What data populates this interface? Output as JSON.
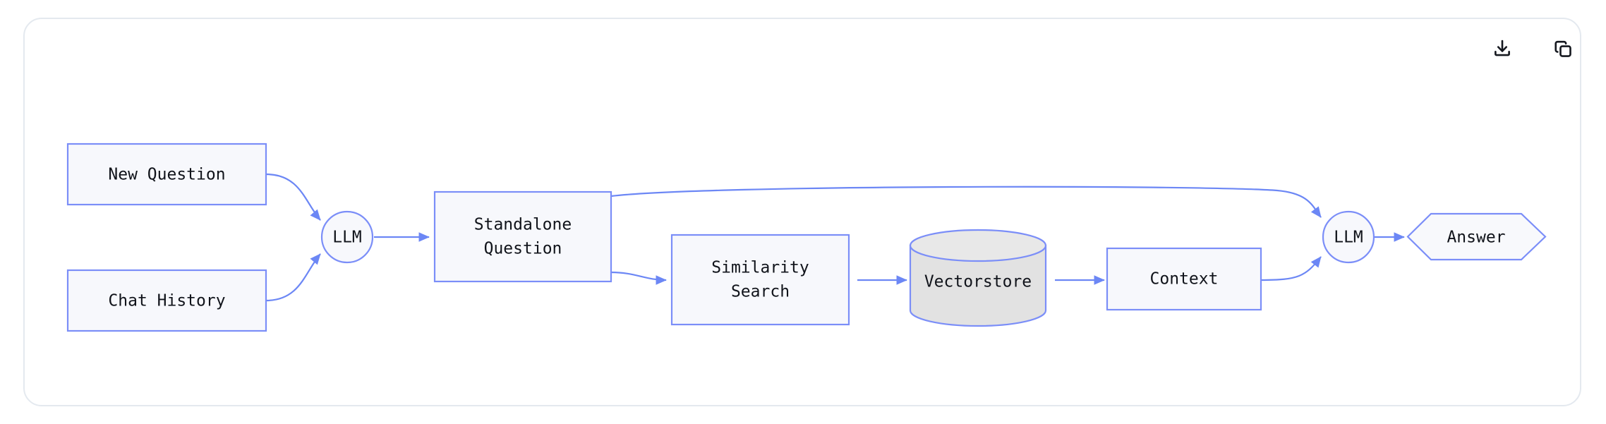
{
  "card": {
    "name": "conversational-retrieval-flow-diagram",
    "border_color": "#e4e9ef",
    "background": "#ffffff"
  },
  "toolbar": {
    "download_label": "download-icon",
    "copy_label": "copy-icon"
  },
  "theme": {
    "node_fill": "#f7f8fc",
    "node_stroke": "#7b8ef8",
    "edge_color": "#6c87f5",
    "text_color": "#10131a",
    "cylinder_fill": "#e2e2e2"
  },
  "nodes": [
    {
      "id": "new_question",
      "label": "New Question",
      "shape": "rect"
    },
    {
      "id": "chat_history",
      "label": "Chat History",
      "shape": "rect"
    },
    {
      "id": "llm_1",
      "label": "LLM",
      "shape": "circle"
    },
    {
      "id": "standalone",
      "label_line1": "Standalone",
      "label_line2": "Question",
      "shape": "rect"
    },
    {
      "id": "similarity",
      "label_line1": "Similarity",
      "label_line2": "Search",
      "shape": "rect"
    },
    {
      "id": "vectorstore",
      "label": "Vectorstore",
      "shape": "cylinder"
    },
    {
      "id": "context",
      "label": "Context",
      "shape": "rect"
    },
    {
      "id": "llm_2",
      "label": "LLM",
      "shape": "circle"
    },
    {
      "id": "answer",
      "label": "Answer",
      "shape": "hexagon"
    }
  ],
  "edges": [
    {
      "from": "new_question",
      "to": "llm_1"
    },
    {
      "from": "chat_history",
      "to": "llm_1"
    },
    {
      "from": "llm_1",
      "to": "standalone"
    },
    {
      "from": "standalone",
      "to": "llm_2"
    },
    {
      "from": "standalone",
      "to": "similarity"
    },
    {
      "from": "similarity",
      "to": "vectorstore"
    },
    {
      "from": "vectorstore",
      "to": "context"
    },
    {
      "from": "context",
      "to": "llm_2"
    },
    {
      "from": "llm_2",
      "to": "answer"
    }
  ]
}
